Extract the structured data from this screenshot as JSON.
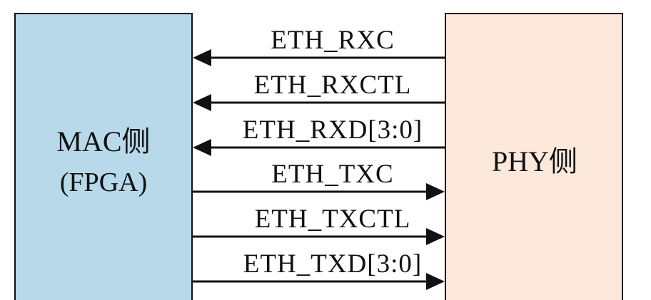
{
  "colors": {
    "mac_fill": "#b7d9ea",
    "phy_fill": "#fde9dc",
    "stroke": "#111111",
    "background": "#ffffff"
  },
  "mac_block": {
    "line1": "MAC侧",
    "line2": "(FPGA)"
  },
  "phy_block": {
    "label": "PHY侧"
  },
  "signals": [
    {
      "name": "ETH_RXC",
      "direction": "to-mac"
    },
    {
      "name": "ETH_RXCTL",
      "direction": "to-mac"
    },
    {
      "name": "ETH_RXD[3:0]",
      "direction": "to-mac"
    },
    {
      "name": "ETH_TXC",
      "direction": "to-phy"
    },
    {
      "name": "ETH_TXCTL",
      "direction": "to-phy"
    },
    {
      "name": "ETH_TXD[3:0]",
      "direction": "to-phy"
    }
  ]
}
